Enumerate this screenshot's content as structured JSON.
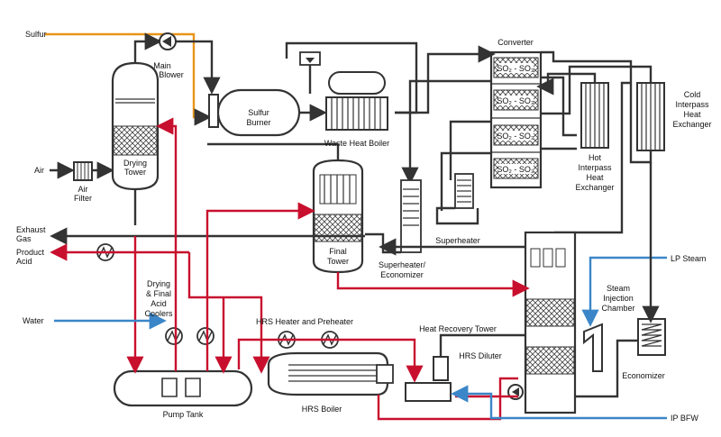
{
  "colors": {
    "process": "#333333",
    "acid": "#c8102e",
    "water": "#3a86c8",
    "sulfur": "#e8941a",
    "background": "#ffffff"
  },
  "streams": {
    "sulfur": "Sulfur",
    "air": "Air",
    "exhaust_gas_1": "Exhaust",
    "exhaust_gas_2": "Gas",
    "product_acid_1": "Product",
    "product_acid_2": "Acid",
    "water": "Water",
    "lp_steam": "LP Steam",
    "ip_bfw": "IP BFW"
  },
  "equipment": {
    "main_blower_1": "Main",
    "main_blower_2": "Blower",
    "air_filter_1": "Air",
    "air_filter_2": "Filter",
    "drying_tower_1": "Drying",
    "drying_tower_2": "Tower",
    "sulfur_burner_1": "Sulfur",
    "sulfur_burner_2": "Burner",
    "waste_heat_boiler": "Waste Heat Boiler",
    "converter": "Converter",
    "converter_bed_label": "SO₂ - SO₃",
    "hot_ihx_1": "Hot",
    "hot_ihx_2": "Interpass",
    "hot_ihx_3": "Heat",
    "hot_ihx_4": "Exchanger",
    "cold_ihx_1": "Cold",
    "cold_ihx_2": "Interpass",
    "cold_ihx_3": "Heat",
    "cold_ihx_4": "Exchanger",
    "final_tower_1": "Final",
    "final_tower_2": "Tower",
    "superheater": "Superheater",
    "superheater_econ_1": "Superheater/",
    "superheater_econ_2": "Economizer",
    "acid_coolers_1": "Drying",
    "acid_coolers_2": "& Final",
    "acid_coolers_3": "Acid",
    "acid_coolers_4": "Coolers",
    "hrs_heater": "HRS Heater and Preheater",
    "heat_recovery_tower": "Heat Recovery Tower",
    "hrs_diluter": "HRS Diluter",
    "steam_injection_1": "Steam",
    "steam_injection_2": "Injection",
    "steam_injection_3": "Chamber",
    "economizer": "Economizer",
    "hrs_boiler": "HRS Boiler",
    "pump_tank": "Pump Tank"
  }
}
